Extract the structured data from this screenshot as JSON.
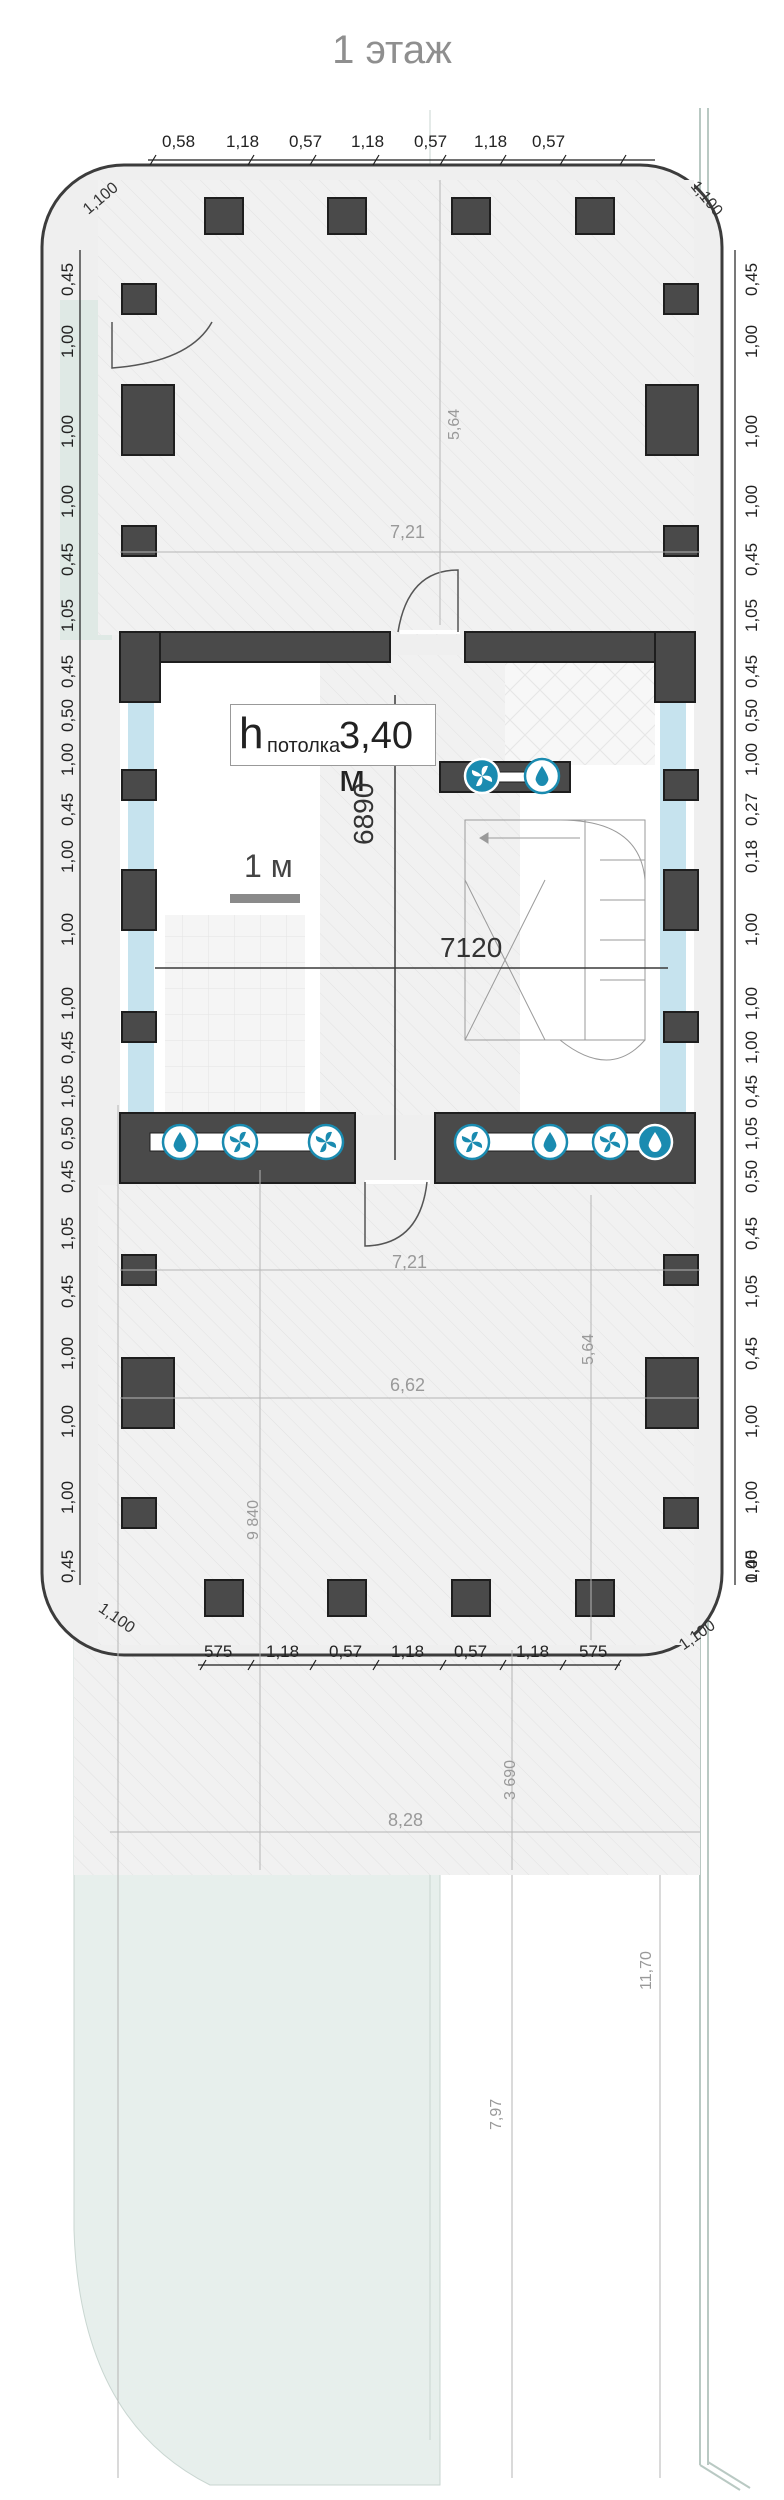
{
  "title": "1 этаж",
  "ceiling": {
    "prefix": "h",
    "label": "потолка",
    "value": "3,40 м"
  },
  "scale_label": "1 м",
  "colors": {
    "wall": "#4a4a4a",
    "window": "#c6e3ee",
    "terrace": "#eceeec",
    "lawn": "#e7efec",
    "icon": "#1a8bb0"
  },
  "icons": [
    "water-drop-icon",
    "fan-icon"
  ],
  "dimensions": {
    "top_row": [
      "0,58",
      "1,18",
      "0,57",
      "1,18",
      "0,57",
      "1,18",
      "0,57"
    ],
    "bottom_row": [
      "575",
      "1,18",
      "0,57",
      "1,18",
      "0,57",
      "1,18",
      "575"
    ],
    "left_column": [
      "0,45",
      "1,00",
      "1,00",
      "1,00",
      "0,45",
      "1,05",
      "0,45",
      "0,50",
      "1,00",
      "0,45",
      "1,00",
      "1,00",
      "1,00",
      "0,45",
      "1,05",
      "0,50",
      "0,45",
      "1,05",
      "0,45",
      "1,00",
      "1,00",
      "1,00",
      "0,45"
    ],
    "right_column": [
      "0,45",
      "1,00",
      "1,00",
      "1,00",
      "0,45",
      "1,05",
      "0,45",
      "0,50",
      "1,00",
      "0,27",
      "0,18",
      "1,00",
      "1,00",
      "1,00",
      "0,45",
      "1,05",
      "0,50",
      "0,45",
      "1,05",
      "0,45",
      "1,00",
      "1,00",
      "1,00",
      "0,45"
    ],
    "corner": "1,100",
    "room_width": "7120",
    "room_height": "6890",
    "upper_terrace_width": "7,21",
    "upper_terrace_depth": "5,64",
    "lower_terrace_width": "7,21",
    "lower_terrace_inner": "6,62",
    "lower_terrace_depth": "5,64",
    "total_length": "9 840",
    "front_depth": "3 690",
    "site_width": "8,28",
    "lawn_length": "7,97",
    "lawn_total": "11,70"
  }
}
